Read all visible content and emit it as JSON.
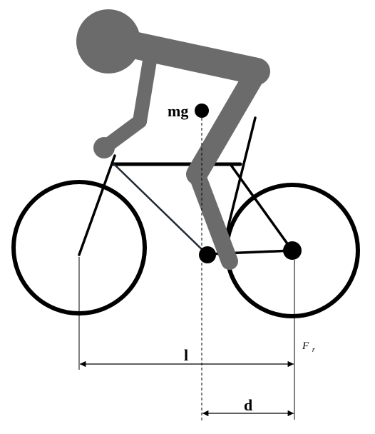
{
  "labels": {
    "weight": "mg",
    "wheelbase": "l",
    "cg_offset": "d",
    "rear_force_main": "F",
    "rear_force_sub": "r"
  },
  "colors": {
    "rider": "#6b6b6b",
    "frame": "#000000",
    "chain_stay": "#1f2a38",
    "background": "#ffffff"
  }
}
